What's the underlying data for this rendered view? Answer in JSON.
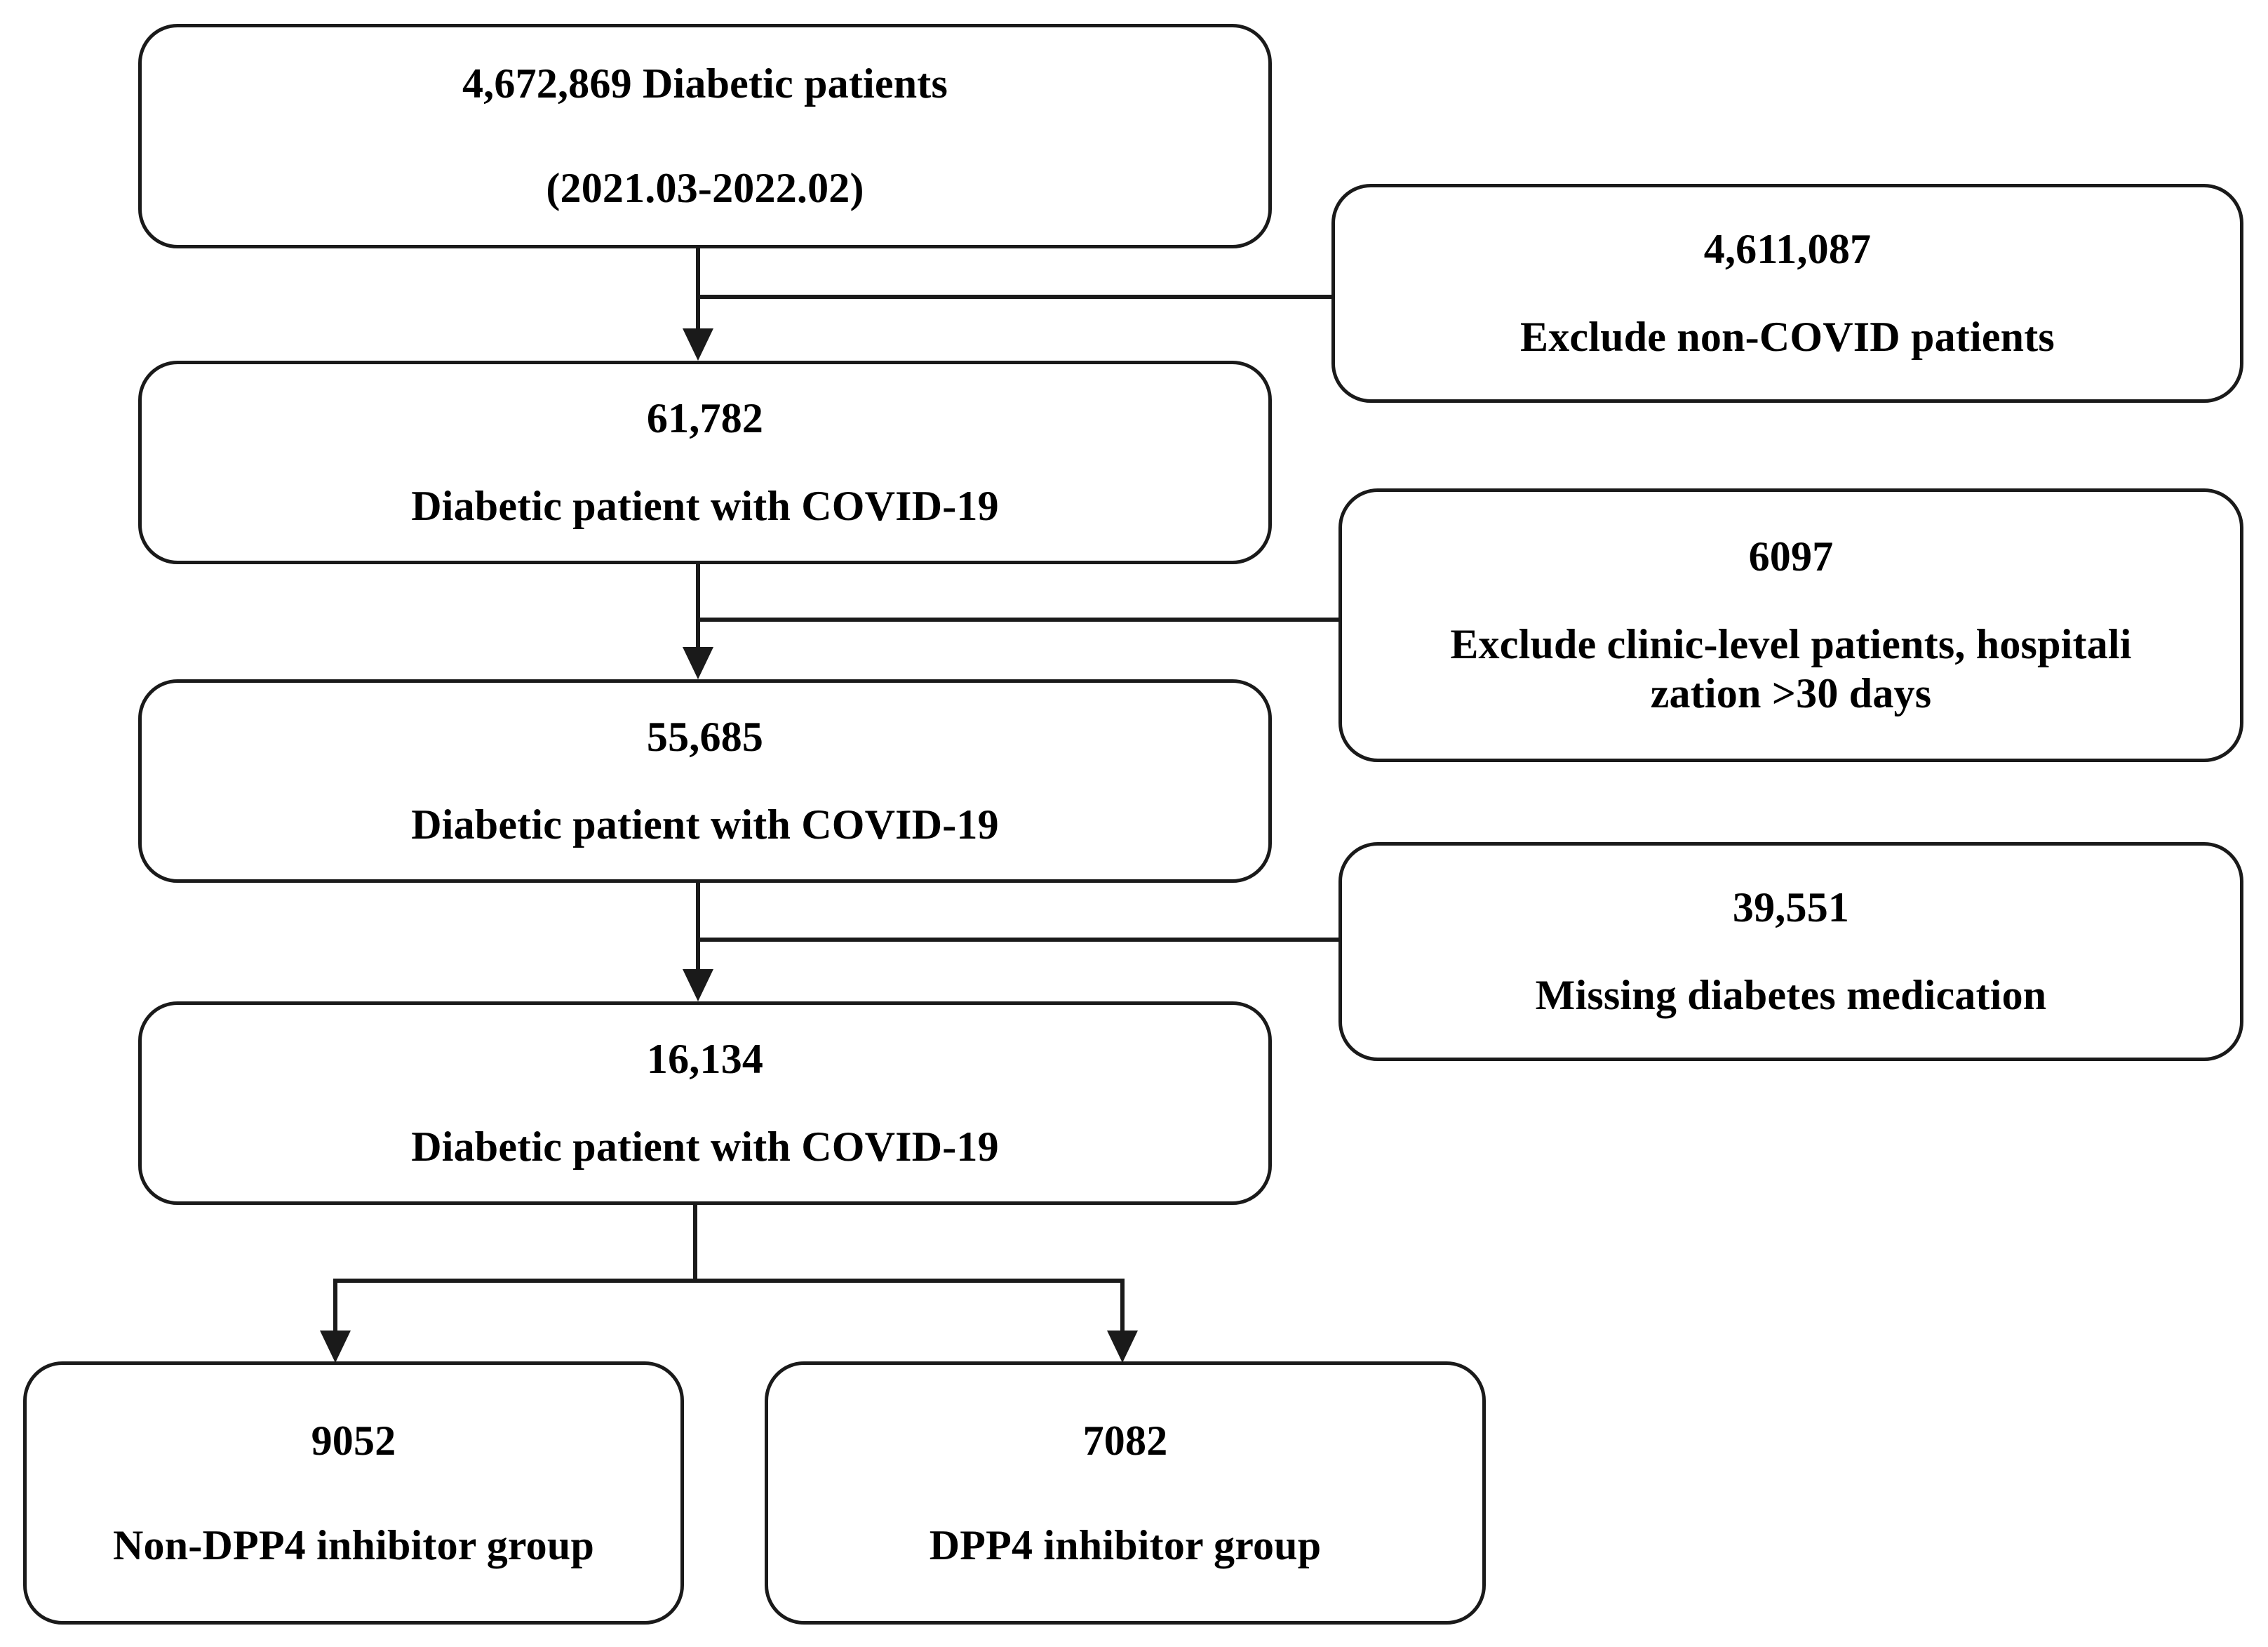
{
  "diagram": {
    "title": "Study population selection flowchart",
    "type": "flowchart",
    "accent_color": "#1a1a1a",
    "background_color": "#ffffff"
  },
  "main_flow": [
    {
      "id": "total-diabetic-patients",
      "count": "4,672,869 Diabetic patients",
      "label": "(2021.03-2022.02)"
    },
    {
      "id": "diabetic-covid-61782",
      "count": "61,782",
      "label": "Diabetic patient with COVID-19"
    },
    {
      "id": "diabetic-covid-55685",
      "count": "55,685",
      "label": "Diabetic patient with COVID-19"
    },
    {
      "id": "diabetic-covid-16134",
      "count": "16,134",
      "label": "Diabetic patient with COVID-19"
    }
  ],
  "exclusions": [
    {
      "id": "exclude-non-covid",
      "count": "4,611,087",
      "label": "Exclude non-COVID patients",
      "label_line2": ""
    },
    {
      "id": "exclude-clinic-level",
      "count": "6097",
      "label": "Exclude clinic-level patients, hospitali",
      "label_line2": "zation >30 days"
    },
    {
      "id": "exclude-missing-medication",
      "count": "39,551",
      "label": "Missing diabetes medication",
      "label_line2": ""
    }
  ],
  "study_groups": [
    {
      "id": "non-dpp4-group",
      "count": "9052",
      "label": "Non-DPP4 inhibitor group"
    },
    {
      "id": "dpp4-group",
      "count": "7082",
      "label": "DPP4 inhibitor group"
    }
  ]
}
